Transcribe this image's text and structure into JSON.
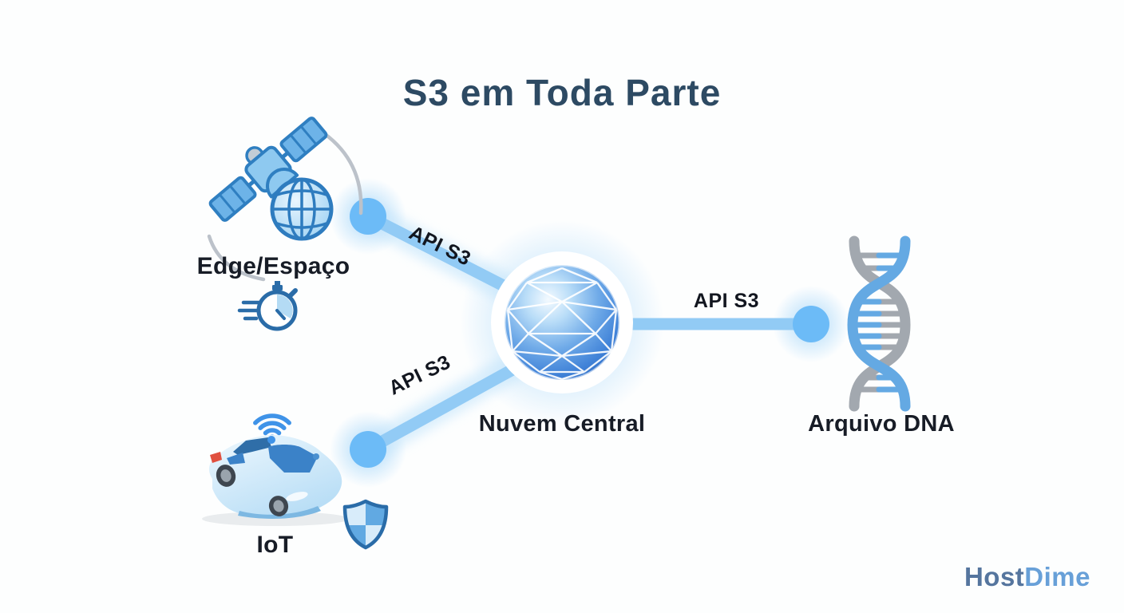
{
  "title": "S3 em Toda Parte",
  "nodes": {
    "edge": {
      "label": "Edge/Espaço",
      "icons": [
        "satellite-icon",
        "orbit-arcs-icon",
        "globe-icon",
        "stopwatch-icon"
      ]
    },
    "cloud": {
      "label": "Nuvem Central",
      "icons": [
        "geodesic-sphere-icon"
      ]
    },
    "iot": {
      "label": "IoT",
      "icons": [
        "wifi-icon",
        "connected-car-icon",
        "shield-icon"
      ]
    },
    "dna": {
      "label": "Arquivo DNA",
      "icons": [
        "dna-helix-icon"
      ]
    }
  },
  "connections": [
    {
      "id": "edge-to-cloud",
      "label": "API S3"
    },
    {
      "id": "iot-to-cloud",
      "label": "API S3"
    },
    {
      "id": "cloud-to-dna",
      "label": "API S3"
    }
  ],
  "branding": {
    "host": "Host",
    "dime": "Dime"
  },
  "colors": {
    "title_color": "#2d4a63",
    "label_color": "#171c26",
    "api_label_color": "#12161f",
    "line_color": "#92cbf5",
    "dot_color": "#6cbbf7",
    "logo_host_color": "#55759e",
    "logo_dime_color": "#68a0d8",
    "background": "#fdfefe"
  }
}
